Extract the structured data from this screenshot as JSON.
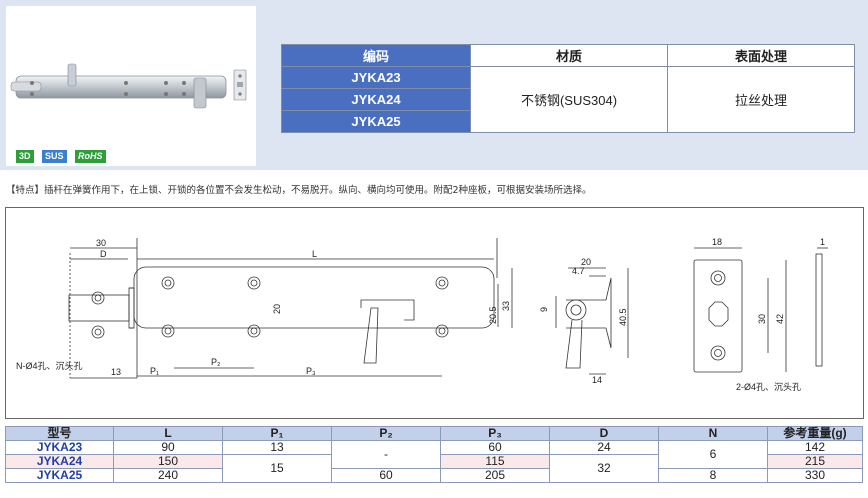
{
  "badges": [
    "3D",
    "SUS",
    "RoHS"
  ],
  "code_table": {
    "headers": [
      "编码",
      "材质",
      "表面处理"
    ],
    "codes": [
      "JYKA23",
      "JYKA24",
      "JYKA25"
    ],
    "material": "不锈钢(SUS304)",
    "surface": "拉丝处理"
  },
  "feature_text": "【特点】插杆在弹簧作用下，在上锁、开锁的各位置不会发生松动，不易脱开。纵向、横向均可使用。附配2种座板，可根据安装场所选择。",
  "drawing_labels": {
    "d30": "30",
    "dD": "D",
    "dL": "L",
    "d20_5": "20.5",
    "d33": "33",
    "d20_mid": "20",
    "hole_note": "N-Ø4孔、沉头孔",
    "d13": "13",
    "dP1": "P₁",
    "dP2": "P₂",
    "dP3": "P₃",
    "side_20": "20",
    "side_4_7": "4.7",
    "side_9": "9",
    "side_40_5": "40.5",
    "side_14": "14",
    "plate_18": "18",
    "plate_1": "1",
    "plate_30": "30",
    "plate_42": "42",
    "plate_note": "2-Ø4孔、沉头孔"
  },
  "spec_table": {
    "headers": [
      "型号",
      "L",
      "P₁",
      "P₂",
      "P₃",
      "D",
      "N",
      "参考重量(g)"
    ],
    "rows": [
      {
        "model": "JYKA23",
        "L": "90",
        "P3": "60",
        "D": "24",
        "weight": "142"
      },
      {
        "model": "JYKA24",
        "L": "150",
        "P3": "115",
        "weight": "215"
      },
      {
        "model": "JYKA25",
        "L": "240",
        "P2": "60",
        "P3": "205",
        "N": "8",
        "weight": "330"
      }
    ],
    "merged": {
      "P1_r1": "13",
      "P1_r23": "15",
      "P2_r12": "-",
      "D_r23": "32",
      "N_r12": "6"
    }
  },
  "colors": {
    "panel": "#dde5f3",
    "header_blue": "#4a6fc0",
    "table_head": "#c3d0ea",
    "badge_3d": "#2e9e3a",
    "badge_sus": "#3a7fd0",
    "badge_rohs": "#2e9e3a"
  }
}
